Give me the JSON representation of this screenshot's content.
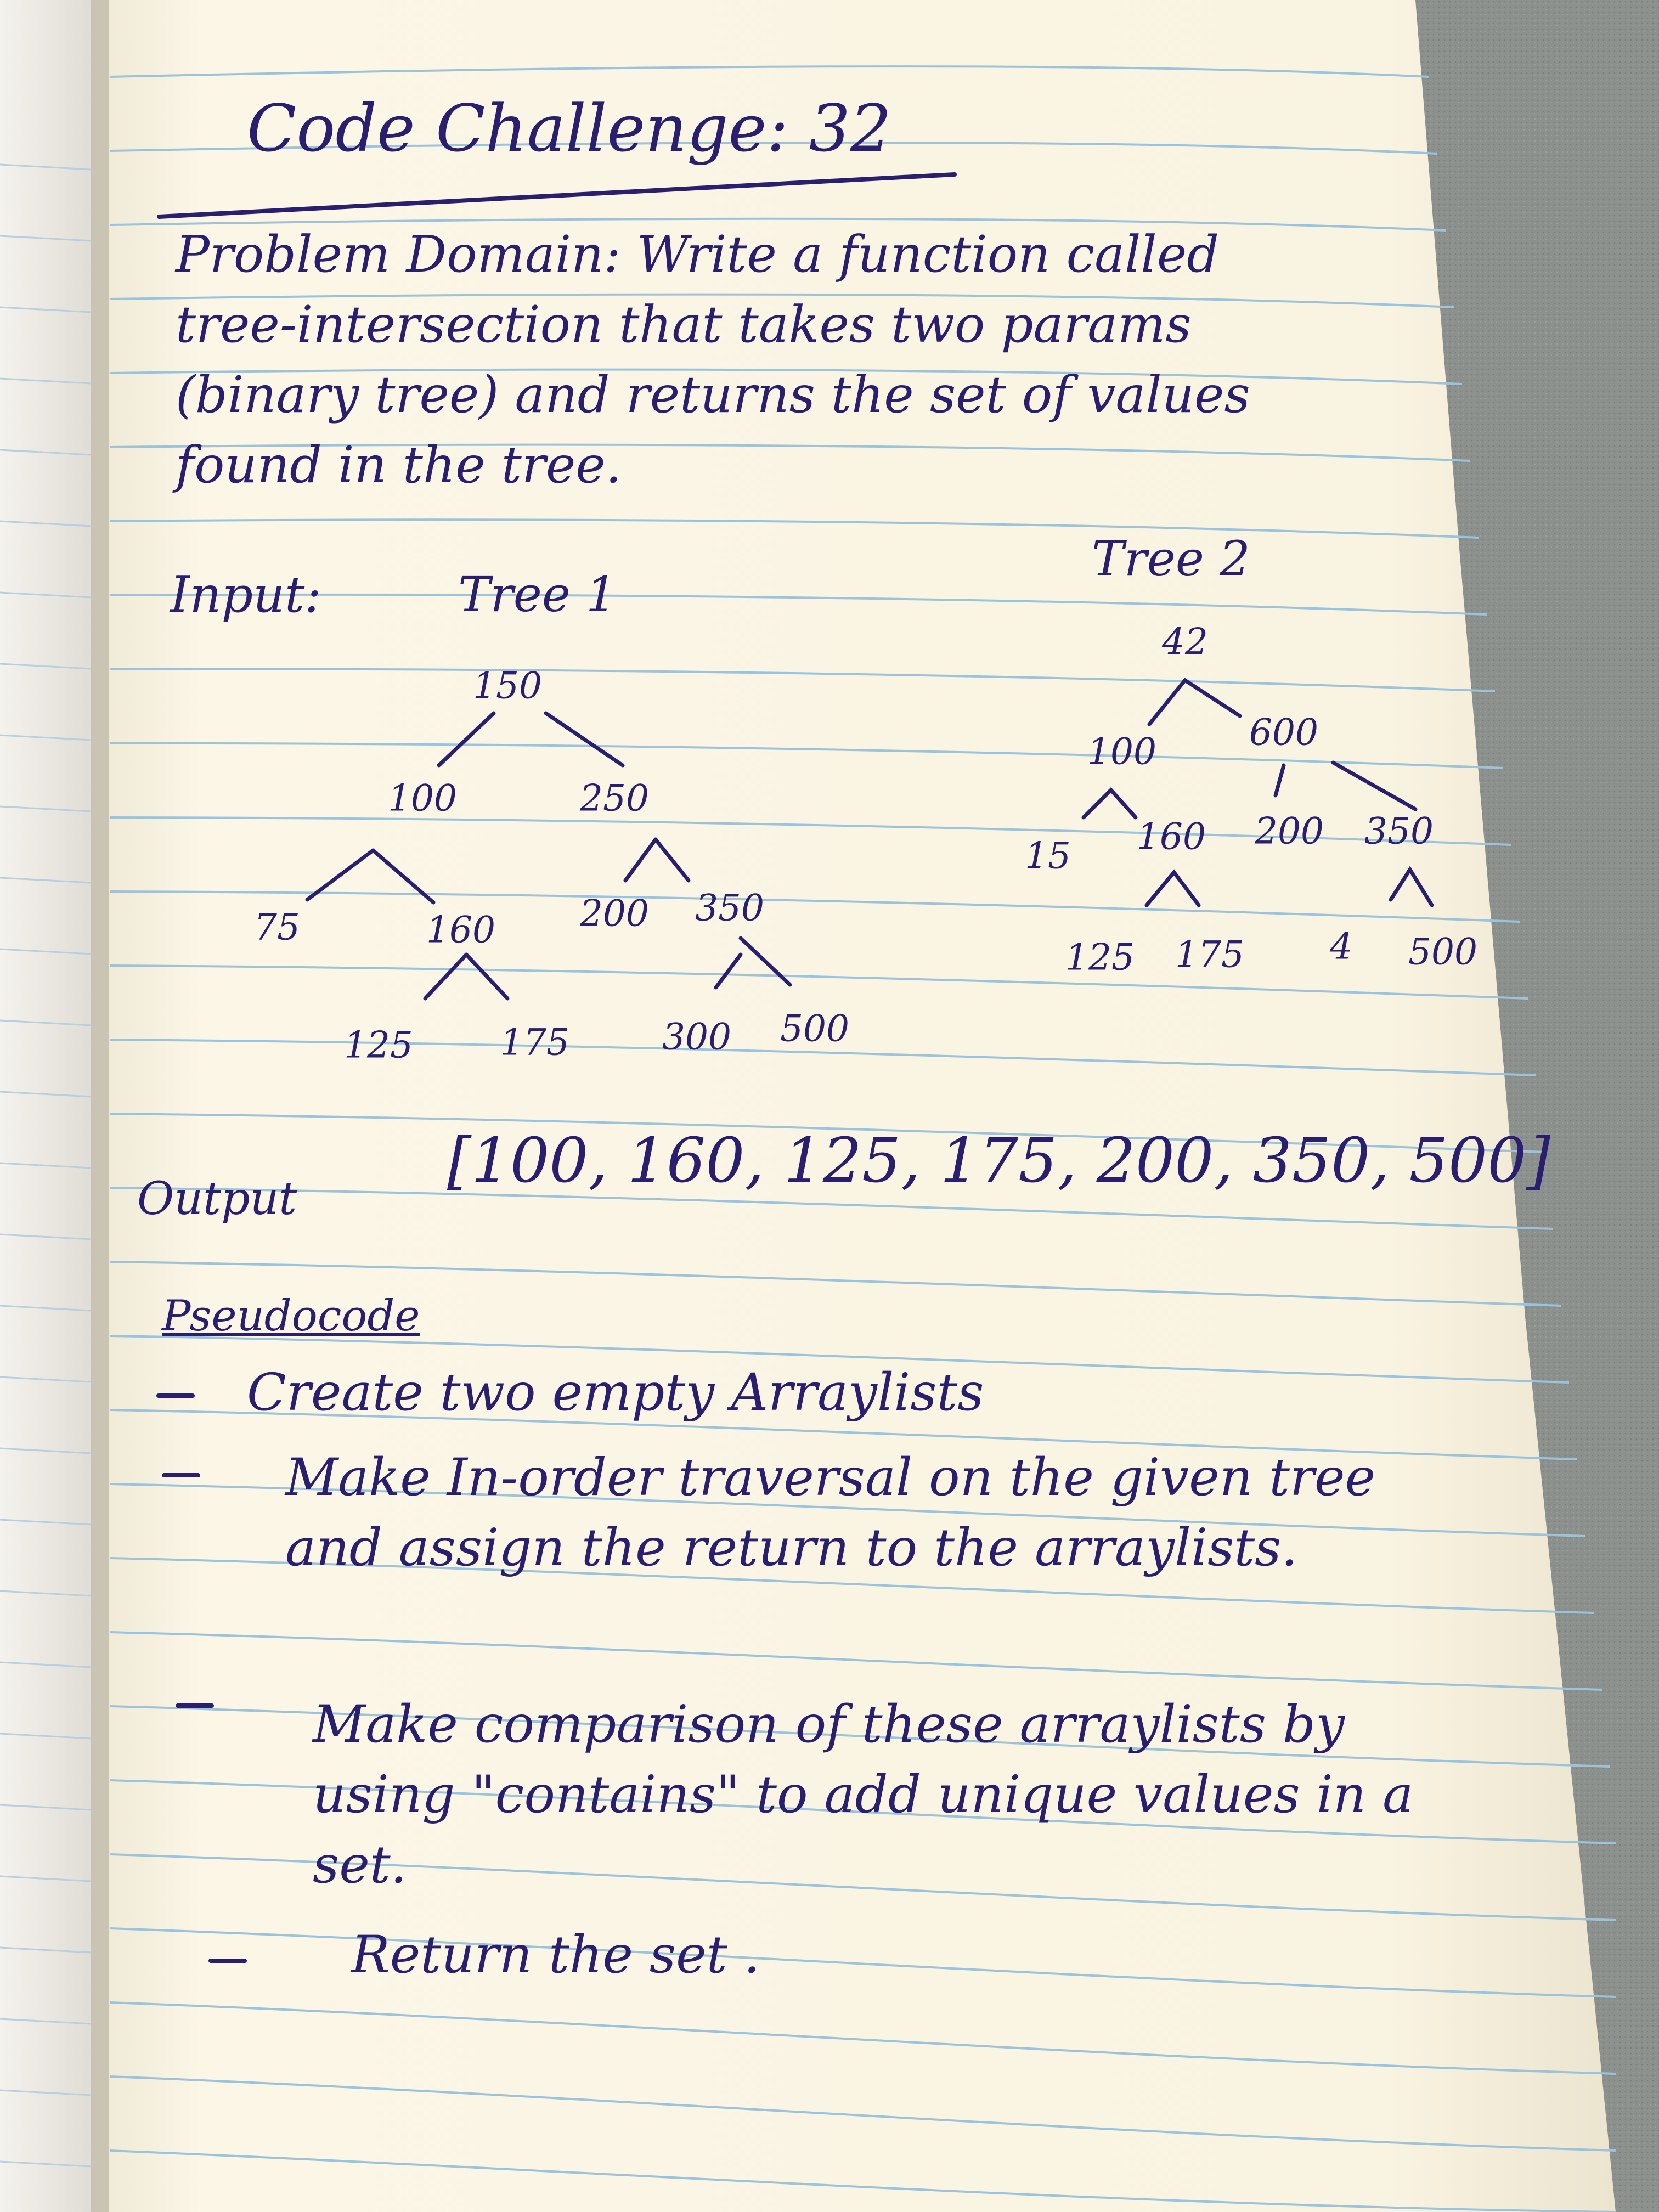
{
  "title": "Code Challenge: 32",
  "problem_domain": "Problem Domain: Write a function called tree-intersection that takes two params (binary tree) and returns the set of values found in the tree.",
  "input": {
    "label": "Input:",
    "tree1": {
      "label": "Tree 1",
      "nodes": {
        "root": "150",
        "l": "100",
        "r": "250",
        "ll": "75",
        "lr": "160",
        "rl": "200",
        "rr": "350",
        "lrl": "125",
        "lrr": "175",
        "rrl": "300",
        "rrr": "500"
      }
    },
    "tree2": {
      "label": "Tree 2",
      "nodes": {
        "root": "42",
        "l": "100",
        "r": "600",
        "ll": "15",
        "lr": "160",
        "rl": "200",
        "rr": "350",
        "lrl": "125",
        "lrr": "175",
        "rrl": "4",
        "rrr": "500"
      }
    }
  },
  "output": {
    "label": "Output",
    "value": "[100, 160, 125, 175, 200, 350, 500]"
  },
  "pseudocode": {
    "heading": "Pseudocode",
    "steps": [
      "Create two empty Arraylists",
      "Make In-order traversal on the given tree and assign the return to the arraylists.",
      "Make comparison of these arraylists by using \"contains\" to add unique values in a set.",
      "Return the set ."
    ]
  },
  "colors": {
    "ink": "#2a1f6e",
    "paper": "#fbf6e6",
    "rule": "#9cc3dc",
    "rule_red": "#e7a0a0"
  }
}
